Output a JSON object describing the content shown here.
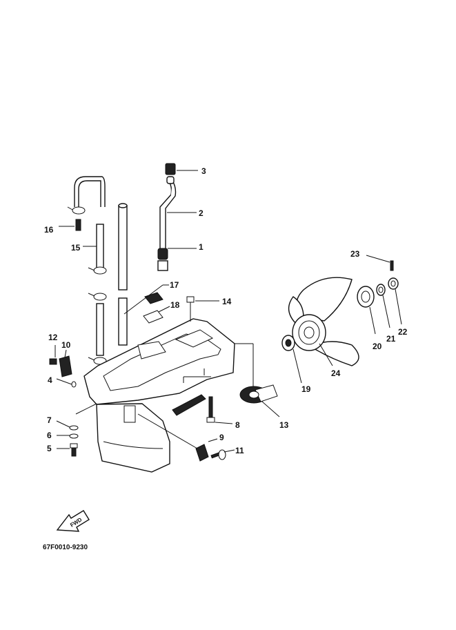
{
  "diagram": {
    "drawing_code": "67F0010-9230",
    "fwd_label": "FWD",
    "callouts": [
      "1",
      "2",
      "3",
      "4",
      "5",
      "6",
      "7",
      "8",
      "9",
      "10",
      "11",
      "12",
      "13",
      "14",
      "15",
      "16",
      "17",
      "18",
      "19",
      "20",
      "21",
      "22",
      "23",
      "24"
    ]
  }
}
